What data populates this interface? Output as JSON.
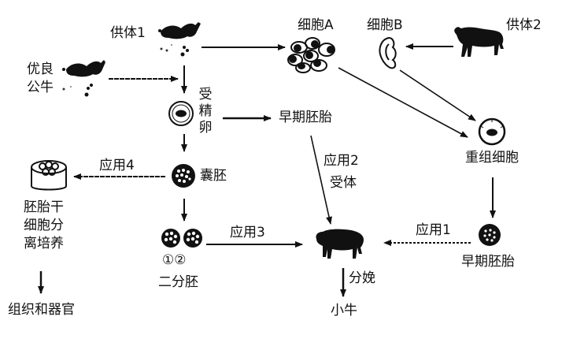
{
  "diagram": {
    "colors": {
      "ink": "#111111",
      "background": "#ffffff"
    },
    "nodes": {
      "donor1": {
        "label": "供体1",
        "icon": "cow-spotted-icon"
      },
      "bull": {
        "label": "优良\n公牛",
        "icon": "cow-spotted-icon"
      },
      "cellA": {
        "label": "细胞A",
        "icon": "cell-cluster-icon"
      },
      "cellB": {
        "label": "细胞B",
        "icon": "ear-cell-icon"
      },
      "donor2": {
        "label": "供体2",
        "icon": "bull-silhouette-icon"
      },
      "zygote": {
        "label": "受精卵",
        "icon": "zygote-icon"
      },
      "early_embryo_top": {
        "label": "早期胚胎"
      },
      "reconstructed_cell": {
        "label": "重组细胞",
        "icon": "cell-icon"
      },
      "blastocyst": {
        "label": "囊胚",
        "icon": "blastocyst-icon"
      },
      "es_culture": {
        "label": "胚胎干\n细胞分\n离培养",
        "icon": "culture-dish-icon"
      },
      "twin_embryo": {
        "label": "二分胚",
        "marks": "①②",
        "icon": "split-embryo-icon"
      },
      "recipient": {
        "label": "受体",
        "icon": "recipient-cow-icon"
      },
      "early_embryo_right": {
        "label": "早期胚胎",
        "icon": "embryo-icon"
      },
      "organs": {
        "label": "组织和器官"
      },
      "calf": {
        "label": "小牛"
      }
    },
    "edges": {
      "app1": "应用1",
      "app2": "应用2",
      "app3": "应用3",
      "app4": "应用4",
      "birth": "分娩"
    }
  }
}
